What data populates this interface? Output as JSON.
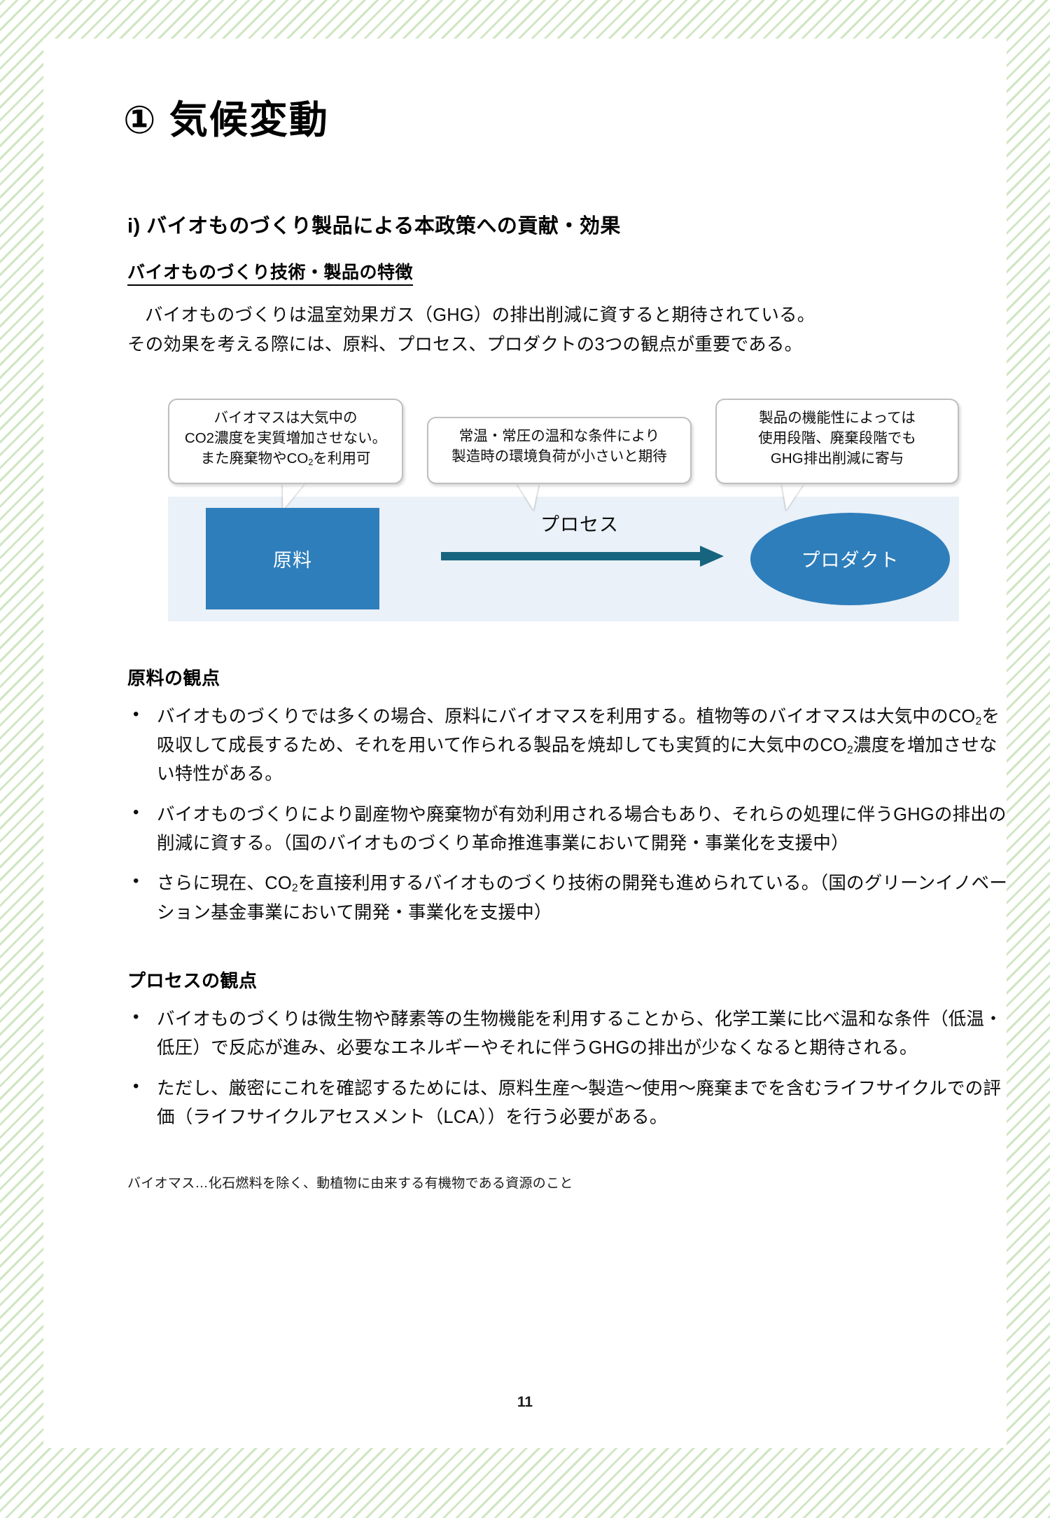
{
  "document": {
    "title": "① 気候変動",
    "page_number": "11"
  },
  "section": {
    "heading": "i) バイオものづくり製品による本政策への貢献・効果",
    "subheading": "バイオものづくり技術・製品の特徴",
    "intro_line1": "バイオものづくりは温室効果ガス（GHG）の排出削減に資すると期待されている。",
    "intro_line2": "その効果を考える際には、原料、プロセス、プロダクトの3つの観点が重要である。"
  },
  "figure": {
    "callout1": {
      "line1": "バイオマスは大気中の",
      "line2_pre": "CO2濃度を実質増加させない。",
      "line3_pre": "また廃棄物や",
      "line3_sub": "CO",
      "line3_subscript": "2",
      "line3_post": "を利用可"
    },
    "callout2": {
      "line1": "常温・常圧の温和な条件により",
      "line2": "製造時の環境負荷が小さいと期待"
    },
    "callout3": {
      "line1": "製品の機能性によっては",
      "line2": "使用段階、廃棄段階でも",
      "line3": "GHG排出削減に寄与"
    },
    "source_box_label": "原料",
    "arrow_label": "プロセス",
    "product_ellipse_label": "プロダクト",
    "colors": {
      "node_blue": "#2e7ebb",
      "arrow_teal": "#17647f",
      "band_bg": "#eaf1f8"
    }
  },
  "raw_material": {
    "heading": "原料の観点",
    "bullets": [
      {
        "seg1": "バイオものづくりでは多くの場合、原料にバイオマスを利用する。植物等のバイオマスは大気中の",
        "sub1_base": "CO",
        "sub1_sub": "2",
        "seg2": "を吸収して成長するため、それを用いて作られる製品を焼却しても実質的に大気中の",
        "sub2_base": "CO",
        "sub2_sub": "2",
        "seg3": "濃度を増加させない特性がある。"
      },
      {
        "seg1": "バイオものづくりにより副産物や廃棄物が有効利用される場合もあり、それらの処理に伴うGHGの排出の削減に資する。（国のバイオものづくり革命推進事業において開発・事業化を支援中）"
      },
      {
        "seg1": "さらに現在、",
        "sub1_base": "CO",
        "sub1_sub": "2",
        "seg2": "を直接利用するバイオものづくり技術の開発も進められている。（国のグリーンイノベーション基金事業において開発・事業化を支援中）"
      }
    ]
  },
  "process": {
    "heading": "プロセスの観点",
    "bullets": [
      "バイオものづくりは微生物や酵素等の生物機能を利用することから、化学工業に比べ温和な条件（低温・低圧）で反応が進み、必要なエネルギーやそれに伴うGHGの排出が少なくなると期待される。",
      "ただし、厳密にこれを確認するためには、原料生産〜製造〜使用〜廃棄までを含むライフサイクルでの評価（ライフサイクルアセスメント（LCA））を行う必要がある。"
    ]
  },
  "footnote": "バイオマス…化石燃料を除く、動植物に由来する有機物である資源のこと"
}
